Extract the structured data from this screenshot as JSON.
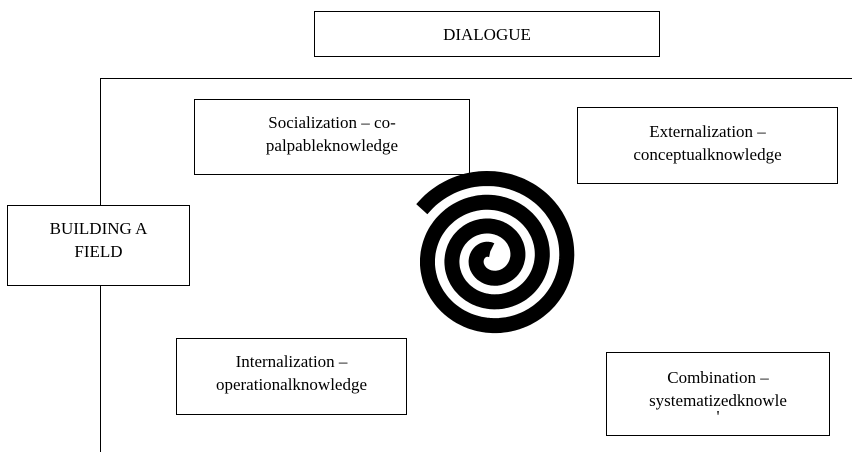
{
  "diagram": {
    "top_box": {
      "label": "DIALOGUE"
    },
    "left_box": {
      "line1": "BUILDING A",
      "line2": "FIELD"
    },
    "socialization": {
      "line1": "Socialization –  co-",
      "line2": "palpableknowledge"
    },
    "externalization": {
      "line1": "Externalization –",
      "line2": "conceptualknowledge"
    },
    "internalization": {
      "line1": "Internalization –",
      "line2": "operationalknowledge"
    },
    "combination": {
      "line1": "Combination –",
      "line2": "systematizedknowle",
      "line3": "'"
    },
    "spiral": {
      "color": "#000000"
    }
  }
}
